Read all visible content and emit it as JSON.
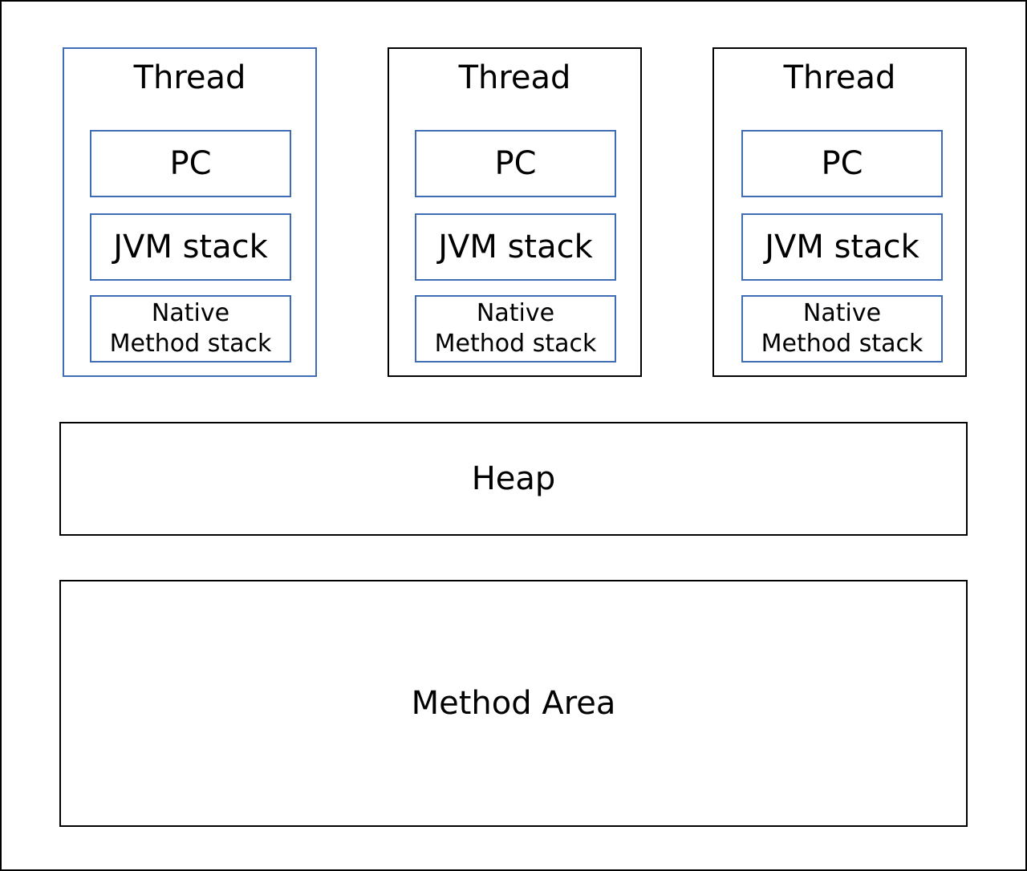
{
  "colors": {
    "outer_border": "#000000",
    "inner_border": "#3f6db5",
    "first_thread_border": "#3f6db5",
    "background": "#ffffff"
  },
  "threads": [
    {
      "title": "Thread",
      "pc": "PC",
      "jvm_stack": "JVM stack",
      "native_line1": "Native",
      "native_line2": "Method stack"
    },
    {
      "title": "Thread",
      "pc": "PC",
      "jvm_stack": "JVM stack",
      "native_line1": "Native",
      "native_line2": "Method stack"
    },
    {
      "title": "Thread",
      "pc": "PC",
      "jvm_stack": "JVM stack",
      "native_line1": "Native",
      "native_line2": "Method stack"
    }
  ],
  "heap": {
    "label": "Heap"
  },
  "method_area": {
    "label": "Method Area"
  }
}
